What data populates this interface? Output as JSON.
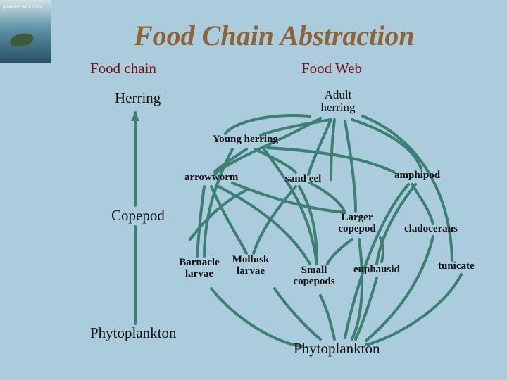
{
  "title": "Food Chain Abstraction",
  "cover": {
    "book_title": "MARINE BIOLOGY"
  },
  "colors": {
    "background": "#aaccdd",
    "title": "#8f6337",
    "heading": "#7a0d10",
    "line": "#3c8074"
  },
  "food_chain": {
    "heading": "Food chain",
    "items": [
      "Herring",
      "Copepod",
      "Phytoplankton"
    ]
  },
  "food_web": {
    "heading": "Food Web",
    "nodes": {
      "adult_herring": "Adult herring",
      "young_herring": "Young herring",
      "arrowworm": "arrowworm",
      "sand_eel": "sand eel",
      "amphipod": "amphipod",
      "larger_copepod": "Larger copepod",
      "cladocerans": "cladocerans",
      "barnacle_larvae": "Barnacle larvae",
      "mollusk_larvae": "Mollusk larvae",
      "small_copepods": "Small copepods",
      "euphausid": "euphausid",
      "tunicate": "tunicate",
      "phytoplankton": "Phytoplankton"
    }
  }
}
